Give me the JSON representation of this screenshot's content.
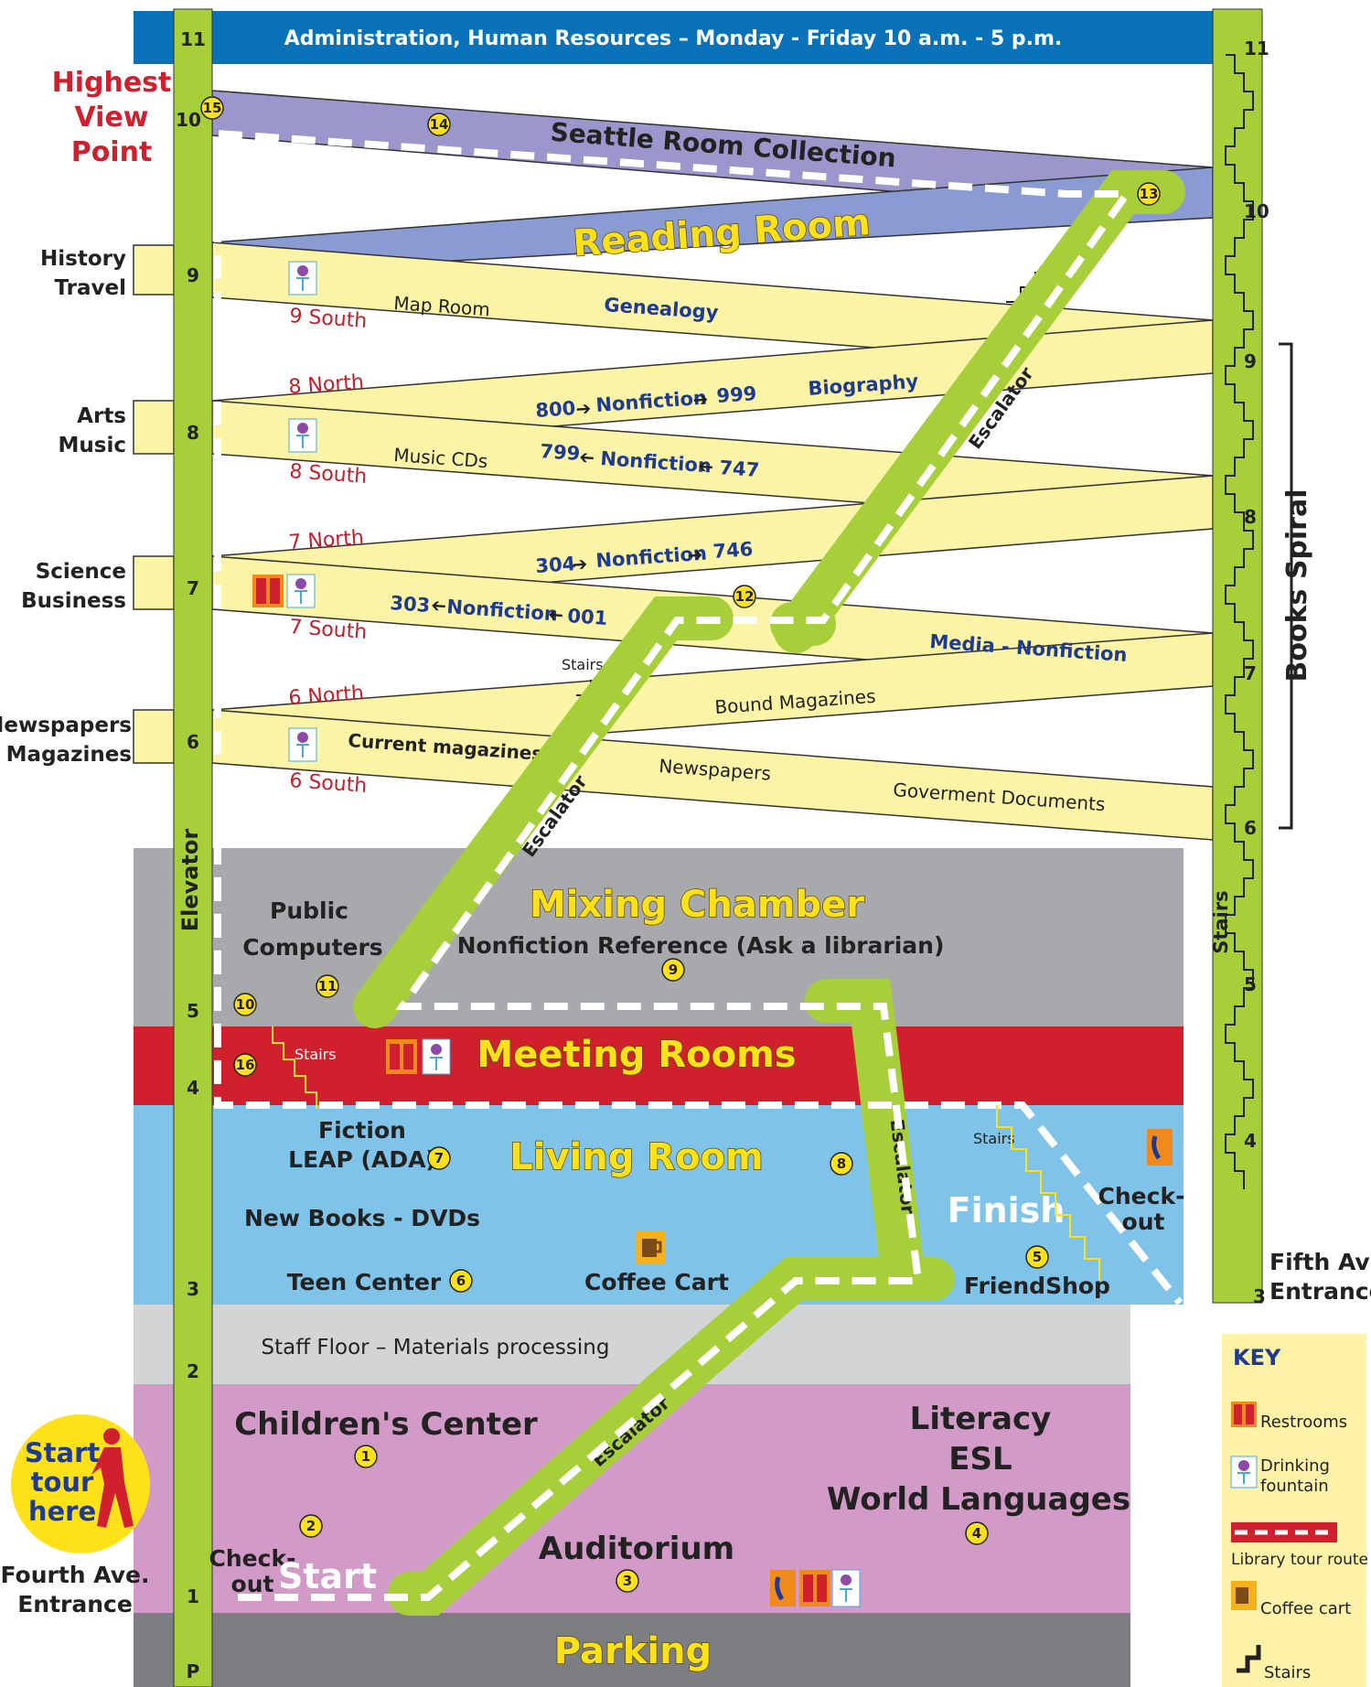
{
  "header": {
    "text": "Administration, Human Resources  – Monday - Friday 10 a.m. - 5 p.m."
  },
  "highest_view_point": [
    "Highest",
    "View",
    "Point"
  ],
  "elevator_label": "Elevator",
  "stairs_label": "Stairs",
  "books_spiral_label": "Books Spiral",
  "left_floor_numbers": [
    "11",
    "10",
    "9",
    "8",
    "7",
    "6",
    "5",
    "4",
    "3",
    "2",
    "1",
    "P"
  ],
  "right_floor_numbers": [
    "11",
    "10",
    "9",
    "8",
    "7",
    "6",
    "5",
    "4",
    "3"
  ],
  "side_labels": {
    "history": "History",
    "travel": "Travel",
    "arts": "Arts",
    "music": "Music",
    "science": "Science",
    "business": "Business",
    "newspapers": "Newspapers",
    "magazines": "Magazines"
  },
  "sections": {
    "seattle_room": "Seattle Room Collection",
    "reading_room": "Reading Room",
    "nine_south": "9  South",
    "map_room": "Map Room",
    "genealogy": "Genealogy",
    "eight_north": "8  North",
    "nf_800": "800",
    "nf_nonfiction": "Nonfiction",
    "nf_999": "999",
    "biography": "Biography",
    "eight_south": "8  South",
    "music_cds": "Music CDs",
    "nf_799": "799",
    "nf_747": "747",
    "seven_north": "7  North",
    "nf_304": "304",
    "nf_746": "746",
    "nf_303": "303",
    "nf_001": "001",
    "seven_south": "7  South",
    "media_nonfiction": "Media - Nonfiction",
    "stairs": "Stairs",
    "six_north": "6  North",
    "bound_magazines": "Bound Magazines",
    "current_magazines": "Current magazines",
    "newspapers": "Newspapers",
    "gov_docs": "Goverment Documents",
    "six_south": "6  South",
    "escalator": "Escalator"
  },
  "floors": {
    "mixing_chamber": "Mixing Chamber",
    "nonfiction_reference": "Nonfiction Reference (Ask a librarian)",
    "public": "Public",
    "computers": "Computers",
    "meeting_rooms": "Meeting Rooms",
    "fiction": "Fiction",
    "leap": "LEAP (ADA)",
    "living_room": "Living Room",
    "new_books": "New Books - DVDs",
    "teen_center": "Teen Center",
    "coffee_cart": "Coffee Cart",
    "finish": "Finish",
    "checkout_a": "Check-",
    "checkout_b": "out",
    "friendshop": "FriendShop",
    "staff_floor": "Staff Floor – Materials processing",
    "childrens_center": "Children's Center",
    "literacy": "Literacy",
    "esl": "ESL",
    "world_languages": "World Languages",
    "auditorium": "Auditorium",
    "start": "Start",
    "parking": "Parking"
  },
  "entrances": {
    "fifth_a": "Fifth Ave.",
    "fifth_b": "Entrance",
    "fourth_a": "Fourth Ave.",
    "fourth_b": "Entrance"
  },
  "start_sign": [
    "Start",
    "tour",
    "here"
  ],
  "tour_stops": [
    "1",
    "2",
    "3",
    "4",
    "5",
    "6",
    "7",
    "8",
    "9",
    "10",
    "11",
    "12",
    "13",
    "14",
    "15",
    "16"
  ],
  "key": {
    "title": "KEY",
    "restrooms": "Restrooms",
    "drinking_a": "Drinking",
    "drinking_b": "fountain",
    "route": "Library tour route",
    "coffee": "Coffee cart",
    "stairs": "Stairs"
  },
  "colors": {
    "header_blue": "#0a72b8",
    "elevator_green": "#a6cf3a",
    "seattle_purple": "#9b97cc",
    "reading_blue": "#8a9bd4",
    "book_yellow": "#fbf3a6",
    "mixing_gray": "#a8a9ad",
    "meeting_red": "#d0202e",
    "living_blue": "#7fc3e8",
    "staff_gray": "#d3d4d6",
    "children_pink": "#d29ac6",
    "parking_gray": "#7d7e82",
    "key_yellow": "#fdf2a8"
  }
}
